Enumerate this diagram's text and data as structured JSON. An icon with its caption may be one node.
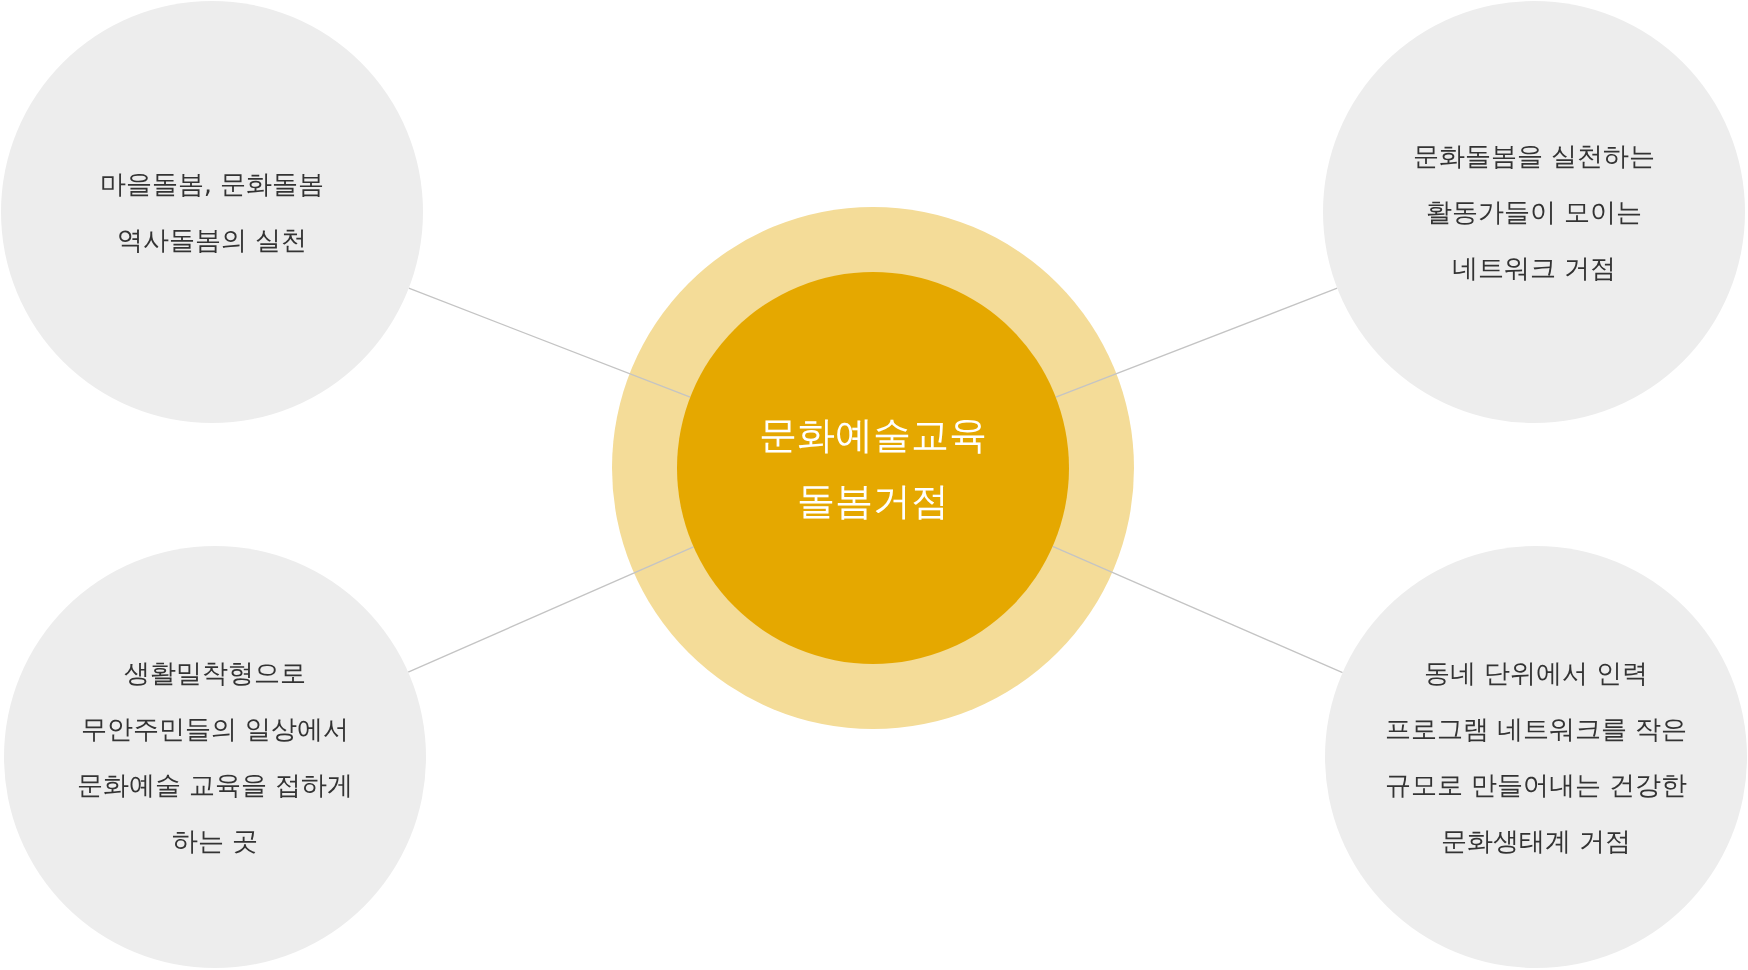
{
  "diagram": {
    "nodes": [
      {
        "text": [
          "마을돌봄, 문화돌봄 역사돌봄의 실천"
        ]
      },
      {
        "text": [
          "문화돌봄을 실천하는 활동가들이 모이는 네트워크 거점"
        ]
      },
      {
        "text": [
          "문화예술교육 돌봄거점"
        ]
      },
      {
        "text": [
          "생활밀착형으로 무안주민들의 일상에서 문화예술 교육을 접하게 하는 곳"
        ]
      },
      {
        "text": [
          "동네 단위에서 인력 프로그램 네트워크를 작은 규모로 만들어내는 건강한 문화생태계 거점"
        ]
      }
    ],
    "edges": [
      {
        "from": 2,
        "to": 0,
        "arrow": "none"
      },
      {
        "from": 2,
        "to": 1,
        "arrow": "none"
      },
      {
        "from": 2,
        "to": 3,
        "arrow": "none"
      },
      {
        "from": 2,
        "to": 4,
        "arrow": "none"
      }
    ]
  }
}
